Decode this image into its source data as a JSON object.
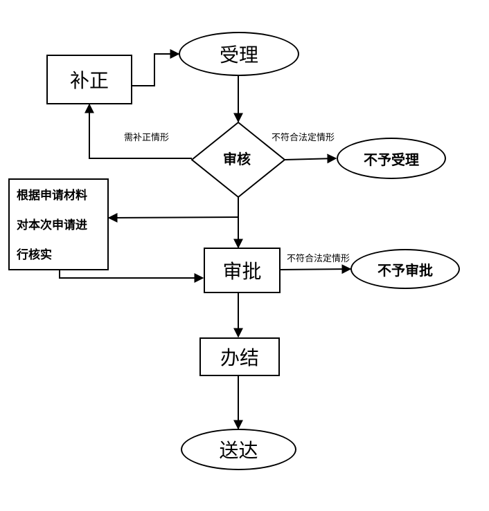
{
  "nodes": {
    "supplement": "补正",
    "accept": "受理",
    "review": "审核",
    "reject_accept": "不予受理",
    "verify_lines": [
      "根据申请材料",
      "对本次申请进",
      "行核实"
    ],
    "approve": "审批",
    "reject_approve": "不予审批",
    "complete": "办结",
    "deliver": "送达"
  },
  "edge_labels": {
    "needs_supplement": "需补正情形",
    "not_compliant_review": "不符合法定情形",
    "not_compliant_approve": "不符合法定情形"
  }
}
